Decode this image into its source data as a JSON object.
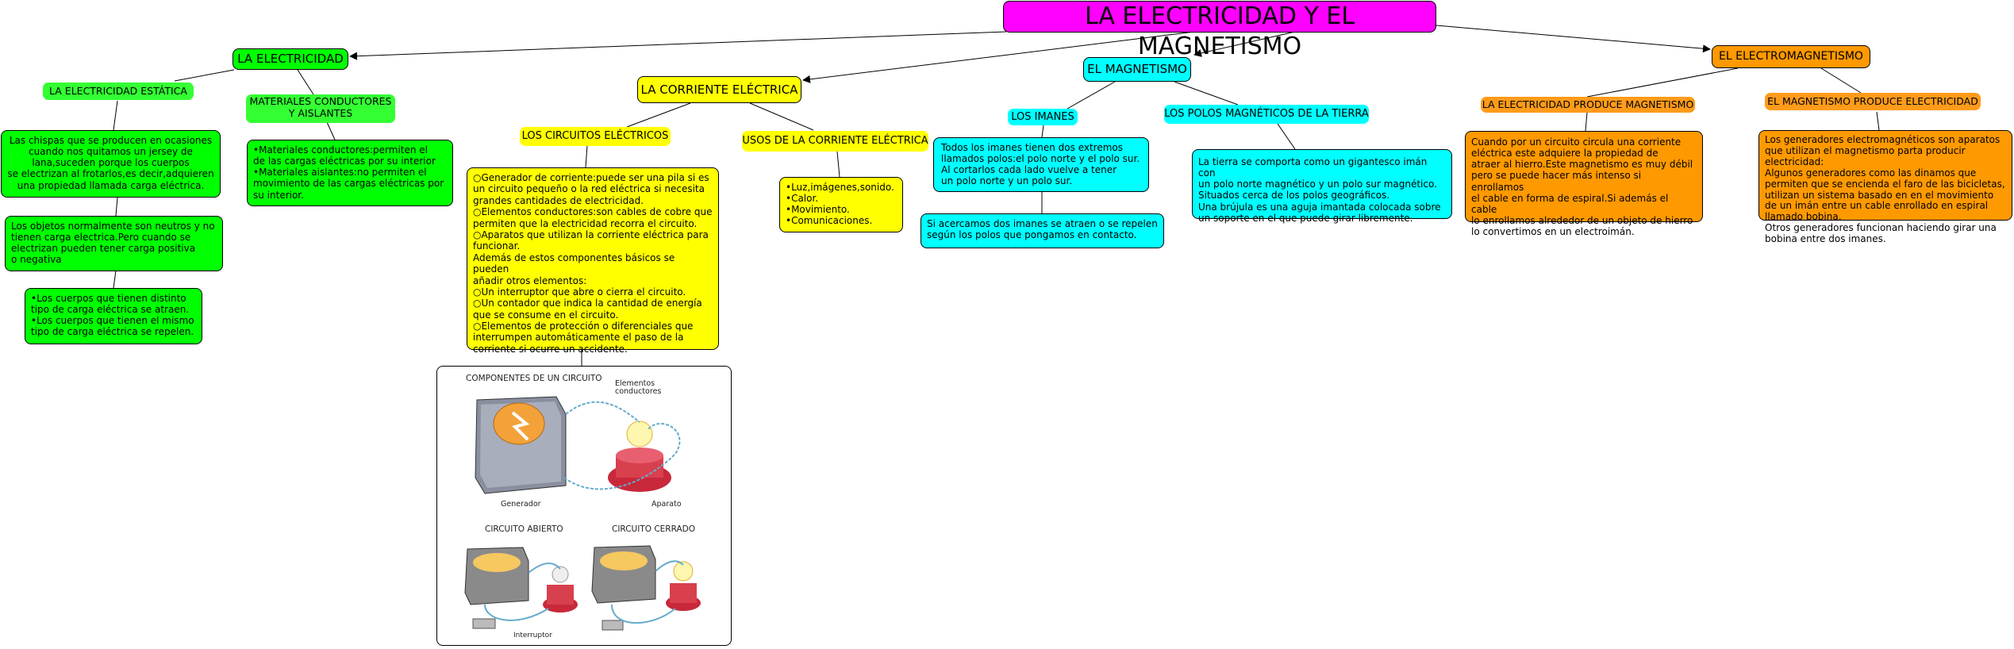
{
  "title": "LA ELECTRICIDAD Y EL MAGNETISMO",
  "branches": {
    "electricidad": {
      "label": "LA ELECTRICIDAD",
      "estatica": {
        "label": "LA ELECTRICIDAD ESTÁTICA",
        "box1": "Las chispas que se producen en ocasiones\ncuando nos quitamos un jersey de\nlana,suceden porque los cuerpos\nse electrizan al frotarlos,es decir,adquieren\nuna propiedad llamada carga eléctrica.",
        "box2": "Los objetos normalmente son neutros y no\ntienen carga electrica.Pero cuando se\nelectrizan pueden tener carga positiva\no negativa",
        "box3": "•Los cuerpos que tienen distinto\n tipo de carga eléctrica se atraen.\n•Los cuerpos que tienen el mismo\ntipo de carga eléctrica se repelen."
      },
      "materiales": {
        "label": "MATERIALES CONDUCTORES\nY AISLANTES",
        "box": "•Materiales conductores:permiten el\n de las cargas eléctricas por su interior\n•Materiales aislantes:no permiten el\nmovimiento de las cargas eléctricas por\nsu interior."
      }
    },
    "corriente": {
      "label": "LA CORRIENTE ELÉCTRICA",
      "circuitos": {
        "label": "LOS CIRCUITOS ELÉCTRICOS",
        "box": "○Generador de corriente:puede ser una pila si es\nun circuito pequeño o la red eléctrica si necesita\ngrandes cantidades de electricidad.\n○Elementos conductores:son cables de cobre que\npermiten que la electricidad recorra el circuito.\n○Aparatos que utilizan la corriente eléctrica para\nfuncionar.\nAdemás de estos componentes básicos se pueden\nañadir otros elementos:\n○Un interruptor que abre o cierra el circuito.\n○Un contador que indica la cantidad de energía\nque se consume en el circuito.\n○Elementos de protección o diferenciales que\ninterrumpen automáticamente el paso de la\ncorriente si ocurre un accidente."
      },
      "usos": {
        "label": "USOS DE LA CORRIENTE ELÉCTRICA",
        "box": "•Luz,imágenes,sonido.\n•Calor.\n•Movimiento.\n•Comunicaciones."
      },
      "figure": {
        "caption_top": "COMPONENTES DE UN CIRCUITO",
        "caption_elem": "Elementos\nconductores",
        "caption_gen": "Generador",
        "caption_ap": "Aparato",
        "caption_open": "CIRCUITO ABIERTO",
        "caption_closed": "CIRCUITO CERRADO",
        "caption_int": "Interruptor"
      }
    },
    "magnetismo": {
      "label": "EL MAGNETISMO",
      "imanes": {
        "label": "LOS IMANES",
        "box1": "Todos los imanes tienen dos extremos\nllamados polos:el polo norte y el polo sur.\nAl cortarlos cada lado vuelve a tener\n un polo norte y un polo sur.",
        "box2": "Si acercamos dos imanes se atraen o se repelen\nsegún los polos que pongamos en contacto."
      },
      "polos": {
        "label": "LOS POLOS MAGNÉTICOS DE LA TIERRA",
        "box": "La tierra se comporta como un gigantesco imán con\nun polo norte magnético y un polo sur magnético.\nSituados cerca de los polos geográficos.\nUna brújula es una aguja imantada colocada sobre\nun soporte en el que puede girar libremente."
      }
    },
    "electromagnetismo": {
      "label": "EL ELECTROMAGNETISMO",
      "produce_mag": {
        "label": "LA ELECTRICIDAD PRODUCE MAGNETISMO",
        "box": "Cuando por un circuito circula una corriente\neléctrica este adquiere la propiedad de\natraer al hierro.Este magnetismo es muy débil\npero se puede hacer más intenso si enrollamos\nel cable en forma de espiral.Si además el cable\nlo enrollamos alrededor de un objeto de hierro\nlo convertimos en un electroimán."
      },
      "produce_elec": {
        "label": "EL MAGNETISMO PRODUCE ELECTRICIDAD",
        "box": "Los generadores electromagnéticos son aparatos\n que utilizan el magnetismo parta producir\nelectricidad:\nAlgunos generadores como las dinamos que\npermiten que se encienda el faro de las bicicletas,\nutilizan un sistema basado en  en el movimiento\nde un imán entre un cable enrollado en espiral\nllamado bobina.\nOtros generadores funcionan haciendo girar una\nbobina entre dos imanes."
      }
    }
  },
  "colors": {
    "root": "#ff00ff",
    "electricidad": "#00ff00",
    "corriente": "#ffff00",
    "magnetismo": "#00ffff",
    "electromagnetismo": "#ff9900"
  }
}
